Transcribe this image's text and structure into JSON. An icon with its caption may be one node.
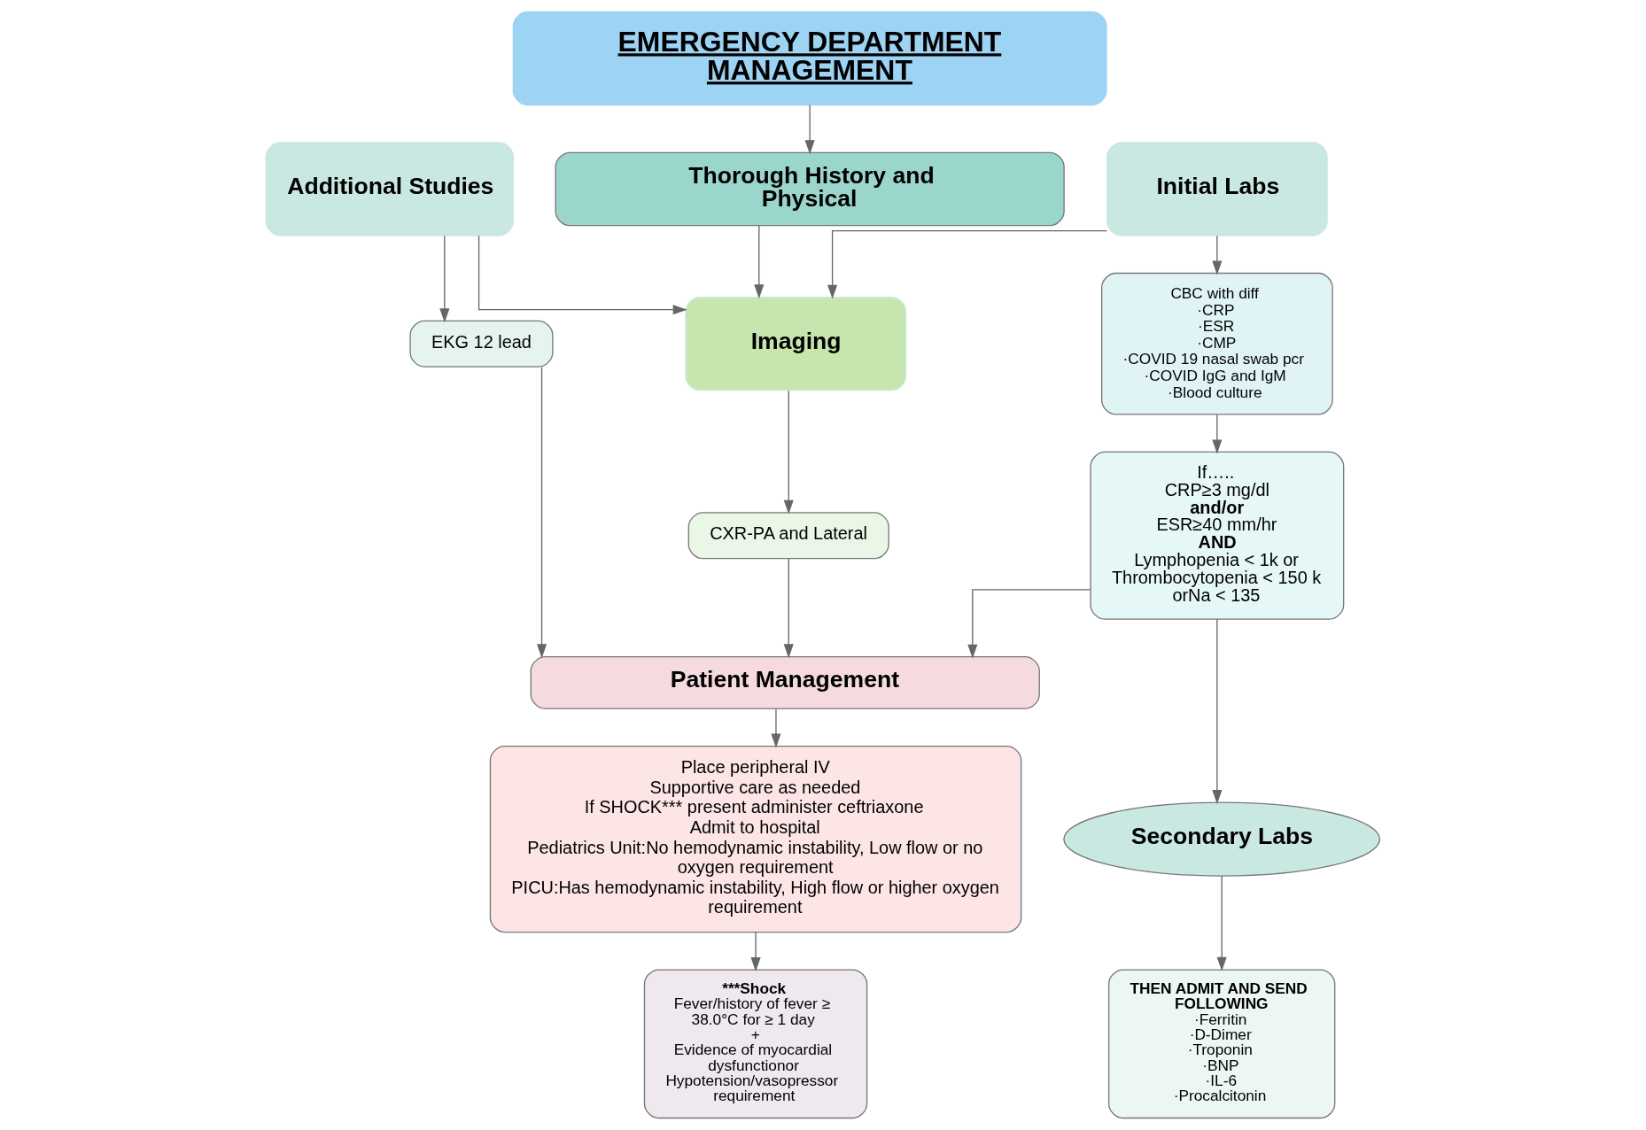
{
  "diagram": {
    "nodes": [
      {
        "text": [
          "EMERGENCY DEPARTMENT MANAGEMENT"
        ]
      },
      {
        "text": [
          "Thorough History and Physical"
        ]
      },
      {
        "text": [
          "Initial Labs"
        ]
      },
      {
        "text": [
          "Imaging"
        ]
      },
      {
        "text": [
          "Additional Studies"
        ]
      },
      {
        "text": [
          "CBC with diff",
          "·CRP",
          "·ESR",
          "·CMP",
          "·COVID 19 nasal swab pcr",
          "·COVID IgG and IgM",
          "·Blood culture"
        ]
      },
      {
        "text": [
          "CXR-PA and Lateral"
        ]
      },
      {
        "text": [
          "EKG 12 lead"
        ]
      },
      {
        "text": [
          "If…..",
          "CRP≥3 mg/dl",
          "and/or",
          "ESR≥40 mm/hr",
          "AND",
          "Lymphopenia < 1k or Thrombocytopenia < 150 k orNa < 135"
        ]
      },
      {
        "text": [
          "Patient Management"
        ]
      },
      {
        "text": [
          "Secondary Labs"
        ]
      },
      {
        "text": [
          "THEN ADMIT AND SEND FOLLOWING",
          "·Ferritin",
          "·D-Dimer",
          "·Troponin",
          "·BNP",
          "·IL-6",
          "·Procalcitonin"
        ]
      },
      {
        "text": [
          "Place peripheral IV",
          "Supportive care as needed",
          "If SHOCK*** present administer ceftriaxone",
          "Admit to hospital",
          "Pediatrics Unit:No hemodynamic instability, Low flow or no oxygen requirement",
          "PICU:Has hemodynamic instability, High flow or higher oxygen requirement"
        ]
      },
      {
        "text": [
          "***Shock",
          "Fever/history of fever ≥ 38.0°C for ≥ 1 day",
          "+",
          "Evidence of myocardial dysfunctionor",
          "Hypotension/vasopressor requirement"
        ]
      }
    ],
    "edges": [
      {
        "from": 0,
        "to": 1,
        "arrow": "to"
      },
      {
        "from": 1,
        "to": 3,
        "arrow": "to"
      },
      {
        "from": 2,
        "to": 3,
        "arrow": "to"
      },
      {
        "from": 4,
        "to": 3,
        "arrow": "to"
      },
      {
        "from": 2,
        "to": 5,
        "arrow": "to"
      },
      {
        "from": 3,
        "to": 6,
        "arrow": "to"
      },
      {
        "from": 4,
        "to": 7,
        "arrow": "to"
      },
      {
        "from": 5,
        "to": 8,
        "arrow": "to"
      },
      {
        "from": 8,
        "to": 9,
        "arrow": "to"
      },
      {
        "from": 6,
        "to": 9,
        "arrow": "to"
      },
      {
        "from": 7,
        "to": 9,
        "arrow": "to"
      },
      {
        "from": 8,
        "to": 10,
        "arrow": "to"
      },
      {
        "from": 9,
        "to": 12,
        "arrow": "to"
      },
      {
        "from": 10,
        "to": 11,
        "arrow": "to"
      },
      {
        "from": 12,
        "to": 13,
        "arrow": "to"
      }
    ]
  }
}
